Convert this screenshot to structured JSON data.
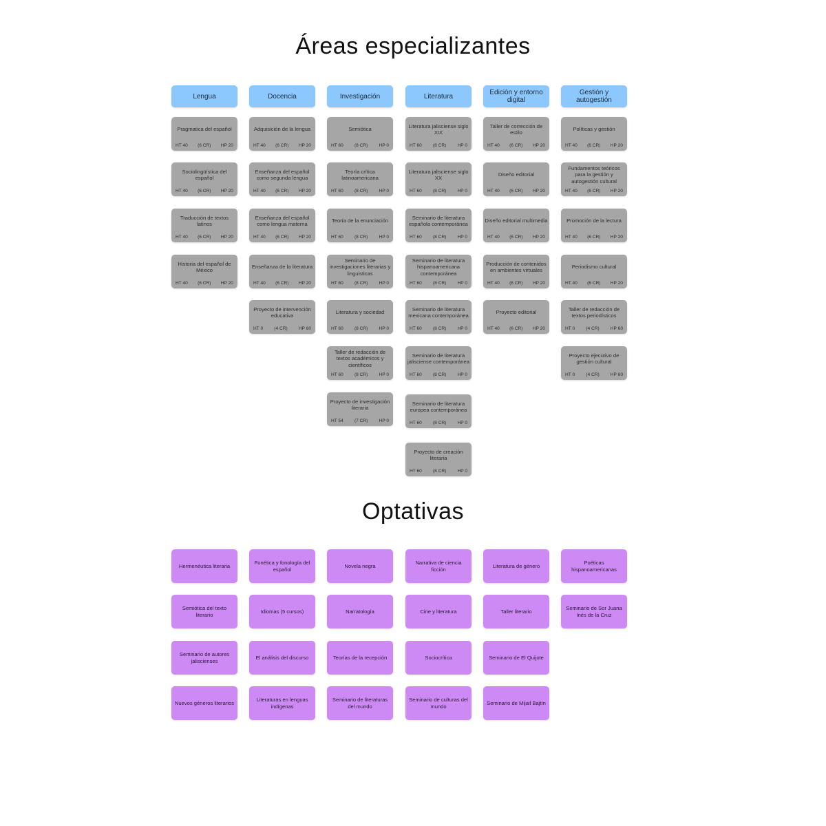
{
  "titles": {
    "areas": "Áreas especializantes",
    "optativas": "Optativas"
  },
  "areas": [
    {
      "header": "Lengua",
      "courses": [
        {
          "name": "Pragmatica del español",
          "ht": "HT 40",
          "cr": "(6 CR)",
          "hp": "HP 20"
        },
        {
          "name": "Sociolingüística del español",
          "ht": "HT 40",
          "cr": "(6 CR)",
          "hp": "HP 20"
        },
        {
          "name": "Traducción de textos latinos",
          "ht": "HT 40",
          "cr": "(6 CR)",
          "hp": "HP 20"
        },
        {
          "name": "Historia del español de México",
          "ht": "HT 40",
          "cr": "(6 CR)",
          "hp": "HP 20"
        }
      ]
    },
    {
      "header": "Docencia",
      "courses": [
        {
          "name": "Adquisición de la lengua",
          "ht": "HT 40",
          "cr": "(6 CR)",
          "hp": "HP 20"
        },
        {
          "name": "Enseñanza del español como segunda lengua",
          "ht": "HT 40",
          "cr": "(6 CR)",
          "hp": "HP 20"
        },
        {
          "name": "Enseñanza del español como lengua materna",
          "ht": "HT 40",
          "cr": "(6 CR)",
          "hp": "HP 20"
        },
        {
          "name": "Enseñanza de la literatura",
          "ht": "HT 40",
          "cr": "(6 CR)",
          "hp": "HP 20"
        },
        {
          "name": "Proyecto de intervención educativa",
          "ht": "HT 0",
          "cr": "(4 CR)",
          "hp": "HP 60"
        }
      ]
    },
    {
      "header": "Investigación",
      "courses": [
        {
          "name": "Semiótica",
          "ht": "HT 60",
          "cr": "(8 CR)",
          "hp": "HP 0"
        },
        {
          "name": "Teoría crítica latinoamericana",
          "ht": "HT 60",
          "cr": "(8 CR)",
          "hp": "HP 0"
        },
        {
          "name": "Teoría de la enunciación",
          "ht": "HT 60",
          "cr": "(8 CR)",
          "hp": "HP 0"
        },
        {
          "name": "Seminario de investigaciones literarias y linguisticas",
          "ht": "HT 60",
          "cr": "(8 CR)",
          "hp": "HP 0"
        },
        {
          "name": "Literatura y sociedad",
          "ht": "HT 60",
          "cr": "(8 CR)",
          "hp": "HP 0"
        },
        {
          "name": "Taller de redacción de textos académicos y científicos",
          "ht": "HT 60",
          "cr": "(8 CR)",
          "hp": "HP 0"
        },
        {
          "name": "Proyecto de investigación literaria",
          "ht": "HT 54",
          "cr": "(7 CR)",
          "hp": "HP 0"
        }
      ]
    },
    {
      "header": "Literatura",
      "courses": [
        {
          "name": "Literatura jalisciense siglo XIX",
          "ht": "HT 60",
          "cr": "(8 CR)",
          "hp": "HP 0"
        },
        {
          "name": "Literatura jalisciense siglo XX",
          "ht": "HT 60",
          "cr": "(8 CR)",
          "hp": "HP 0"
        },
        {
          "name": "Seminario de literatura española contemporánea",
          "ht": "HT 60",
          "cr": "(8 CR)",
          "hp": "HP 0"
        },
        {
          "name": "Seminario de literatura hispanoamericana contemporánea",
          "ht": "HT 60",
          "cr": "(8 CR)",
          "hp": "HP 0"
        },
        {
          "name": "Seminario de literatura mexicana contemporánea",
          "ht": "HT 60",
          "cr": "(8 CR)",
          "hp": "HP 0"
        },
        {
          "name": "Seminario de literatura jalisciense contemporánea",
          "ht": "HT 60",
          "cr": "(8 CR)",
          "hp": "HP 0"
        },
        {
          "name": "Seminario de literatura europea contemporánea",
          "ht": "HT 60",
          "cr": "(8 CR)",
          "hp": "HP 0"
        },
        {
          "name": "Proyecto de creación literaria",
          "ht": "HT 60",
          "cr": "(8 CR)",
          "hp": "HP 0"
        }
      ]
    },
    {
      "header": "Edición y entorno digital",
      "courses": [
        {
          "name": "Taller de corrección de estilo",
          "ht": "HT 40",
          "cr": "(6 CR)",
          "hp": "HP 20"
        },
        {
          "name": "Diseño editorial",
          "ht": "HT 40",
          "cr": "(6 CR)",
          "hp": "HP 20"
        },
        {
          "name": "Diseño editorial multimedia",
          "ht": "HT 40",
          "cr": "(6 CR)",
          "hp": "HP 20"
        },
        {
          "name": "Producción de contenidos en ambientes virtuales",
          "ht": "HT 40",
          "cr": "(6 CR)",
          "hp": "HP 20"
        },
        {
          "name": "Proyecto editorial",
          "ht": "HT 40",
          "cr": "(6 CR)",
          "hp": "HP 20"
        }
      ]
    },
    {
      "header": "Gestión y autogestión",
      "courses": [
        {
          "name": "Políticas y gestión",
          "ht": "HT 40",
          "cr": "(6 CR)",
          "hp": "HP 20"
        },
        {
          "name": "Fundamentos teóricos para la gestión y autogestión cultural",
          "ht": "HT 40",
          "cr": "(6 CR)",
          "hp": "HP 20"
        },
        {
          "name": "Promoción de la lectura",
          "ht": "HT 40",
          "cr": "(6 CR)",
          "hp": "HP 20"
        },
        {
          "name": "Periodismo cultural",
          "ht": "HT 40",
          "cr": "(6 CR)",
          "hp": "HP 20"
        },
        {
          "name": "Taller de redacción de textos periodísticos",
          "ht": "HT 0",
          "cr": "(4 CR)",
          "hp": "HP 60"
        },
        {
          "name": "Proyecto ejecutivo de gestión cultural",
          "ht": "HT 0",
          "cr": "(4 CR)",
          "hp": "HP 60"
        }
      ]
    }
  ],
  "optativas": [
    [
      "Hermenéutica literaria",
      "Fonética y fonología del español",
      "Novela negra",
      "Narrativa de ciencia ficción",
      "Literatura de género",
      "Poéticas hispanoamericanas"
    ],
    [
      "Semiótica del texto literario",
      "Idiomas (5 cursos)",
      "Narratología",
      "Cine y literatura",
      "Taller literario",
      "Seminario de Sor Juana Inés de la Cruz"
    ],
    [
      "Seminario de autores jaliscienses",
      "El análisis del discurso",
      "Teorías de la recepción",
      "Sociocrítica",
      "Seminario de El Quijote"
    ],
    [
      "Nuevos géneros literarios",
      "Literaturas en lenguas indígenas",
      "Seminario de literaturas del mundo",
      "Seminario de culturas del mundo",
      "Seminario de Mijail Bajtín"
    ]
  ],
  "colors": {
    "header": "#8cc8fd",
    "course": "#a6a6a6",
    "optativa": "#cd8af5"
  }
}
